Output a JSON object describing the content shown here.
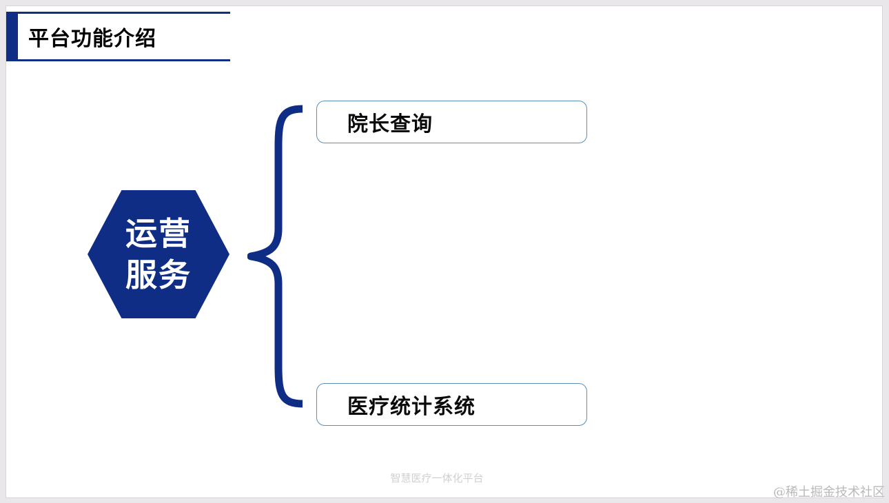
{
  "slide": {
    "title": "平台功能介绍",
    "center_label_line1": "运营",
    "center_label_line2": "服务",
    "items": [
      {
        "label": "院长查询"
      },
      {
        "label": "医疗统计系统"
      }
    ],
    "footer": "智慧医疗一体化平台"
  },
  "watermark": "@稀土掘金技术社区",
  "colors": {
    "primary": "#0f2d84",
    "box_border": "#5a8fb5",
    "background": "#ffffff"
  }
}
